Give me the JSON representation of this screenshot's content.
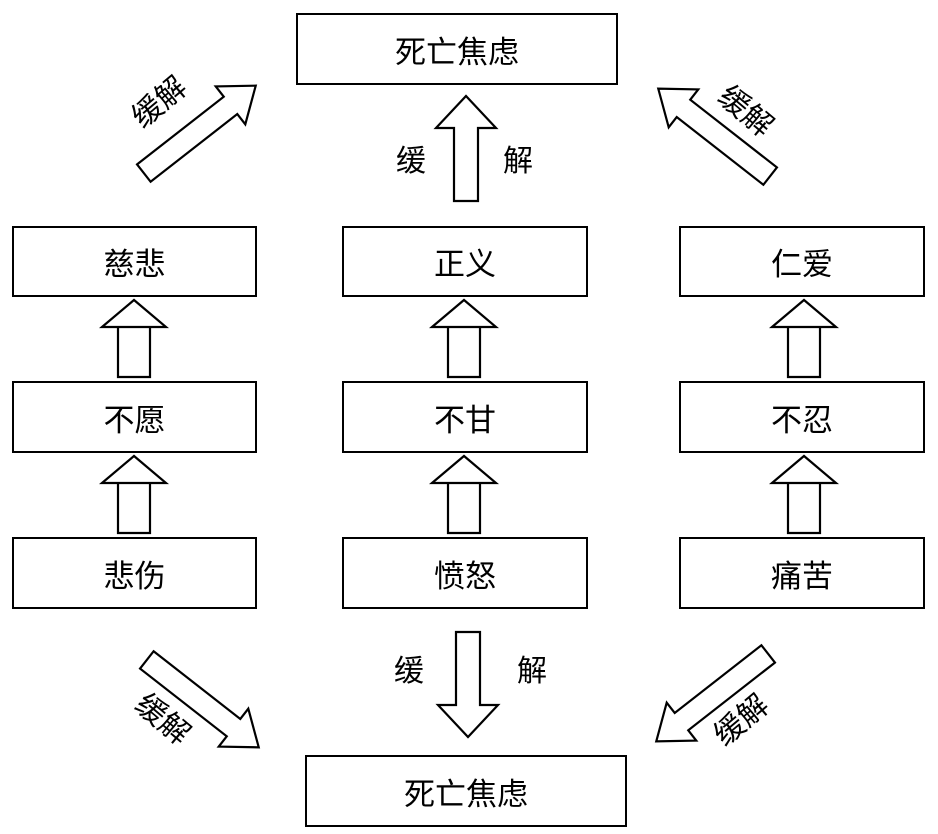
{
  "nodes": {
    "top": "死亡焦虑",
    "bottom": "死亡焦虑",
    "left": {
      "top": "慈悲",
      "mid": "不愿",
      "bottom": "悲伤"
    },
    "center": {
      "top": "正义",
      "mid": "不甘",
      "bottom": "愤怒"
    },
    "right": {
      "top": "仁爱",
      "mid": "不忍",
      "bottom": "痛苦"
    }
  },
  "labels": {
    "relief_pair": "缓解",
    "relief_char1": "缓",
    "relief_char2": "解"
  }
}
